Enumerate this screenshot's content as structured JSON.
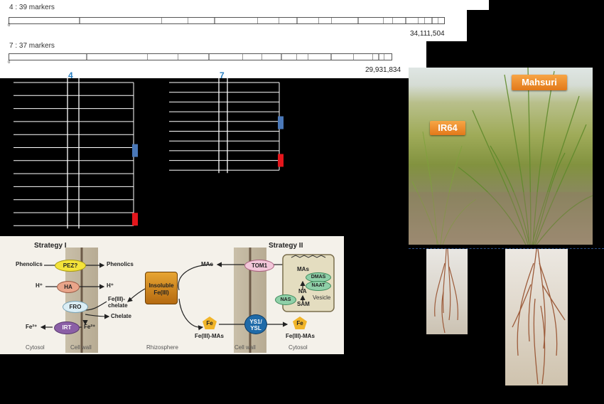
{
  "marker_maps": [
    {
      "chromosome_label": "4 : 39 markers",
      "start": "0",
      "length": "34,111,504",
      "marker_fracs": [
        0.16,
        0.35,
        0.41,
        0.47,
        0.57,
        0.62,
        0.66,
        0.71,
        0.74,
        0.8,
        0.86,
        0.88,
        0.91,
        0.94,
        0.955,
        0.97,
        0.985
      ]
    },
    {
      "chromosome_label": "7 : 37 markers",
      "start": "0",
      "length": "29,931,834",
      "marker_fracs": [
        0.2,
        0.36,
        0.44,
        0.52,
        0.61,
        0.66,
        0.71,
        0.75,
        0.78,
        0.84,
        0.9,
        0.95,
        0.965,
        0.98
      ]
    }
  ],
  "chromosome_panels": [
    {
      "label": "4",
      "line_count": 12,
      "markers": [
        {
          "color": "#4a78b8",
          "row_frac": 0.47
        },
        {
          "color": "#e4161c",
          "row_frac": 0.95
        }
      ]
    },
    {
      "label": "7",
      "line_count": 10,
      "markers": [
        {
          "color": "#4a78b8",
          "row_frac": 0.45
        },
        {
          "color": "#e4161c",
          "row_frac": 0.88
        }
      ]
    }
  ],
  "diagram": {
    "strategy1": "Strategy I",
    "strategy2": "Strategy II",
    "phenolics_left": "Phenolics",
    "pez": "PEZ?",
    "phenolics_right": "Phenolics",
    "h_left": "H⁺",
    "ha": "HA",
    "h_right": "H⁺",
    "fro": "FRO",
    "fe_chelate": "Fe(III)-\nchelate",
    "chelate": "Chelate",
    "fe2_left": "Fe²⁺",
    "irt": "IRT",
    "fe2_right": "Fe²⁺",
    "cytosol_left": "Cytosol",
    "cellwall_left": "Cell wall",
    "rhizosphere": "Rhizosphere",
    "insoluble": "Insoluble\nFe(III)",
    "mas_left": "MAs",
    "tom1": "TOM1",
    "fe_left": "Fe",
    "fe_mas_left": "Fe(III)-MAs",
    "ys1": "YS1/\nYSL",
    "cellwall_right": "Cell wall",
    "fe_right": "Fe",
    "fe_mas_right": "Fe(III)-MAs",
    "cytosol_right": "Cytosol",
    "mas_vesicle": "MAs",
    "dmas": "DMAS",
    "naat": "NAAT",
    "na": "NA",
    "nas": "NAS",
    "sam": "SAM",
    "vesicle": "Vesicle"
  },
  "photo": {
    "label_left": "IR64",
    "label_right": "Mahsuri"
  },
  "colors": {
    "blue_marker": "#4a78b8",
    "red_marker": "#e4161c",
    "label_orange": "#ef8c2e",
    "chr_label_blue": "#2a7fc1"
  }
}
